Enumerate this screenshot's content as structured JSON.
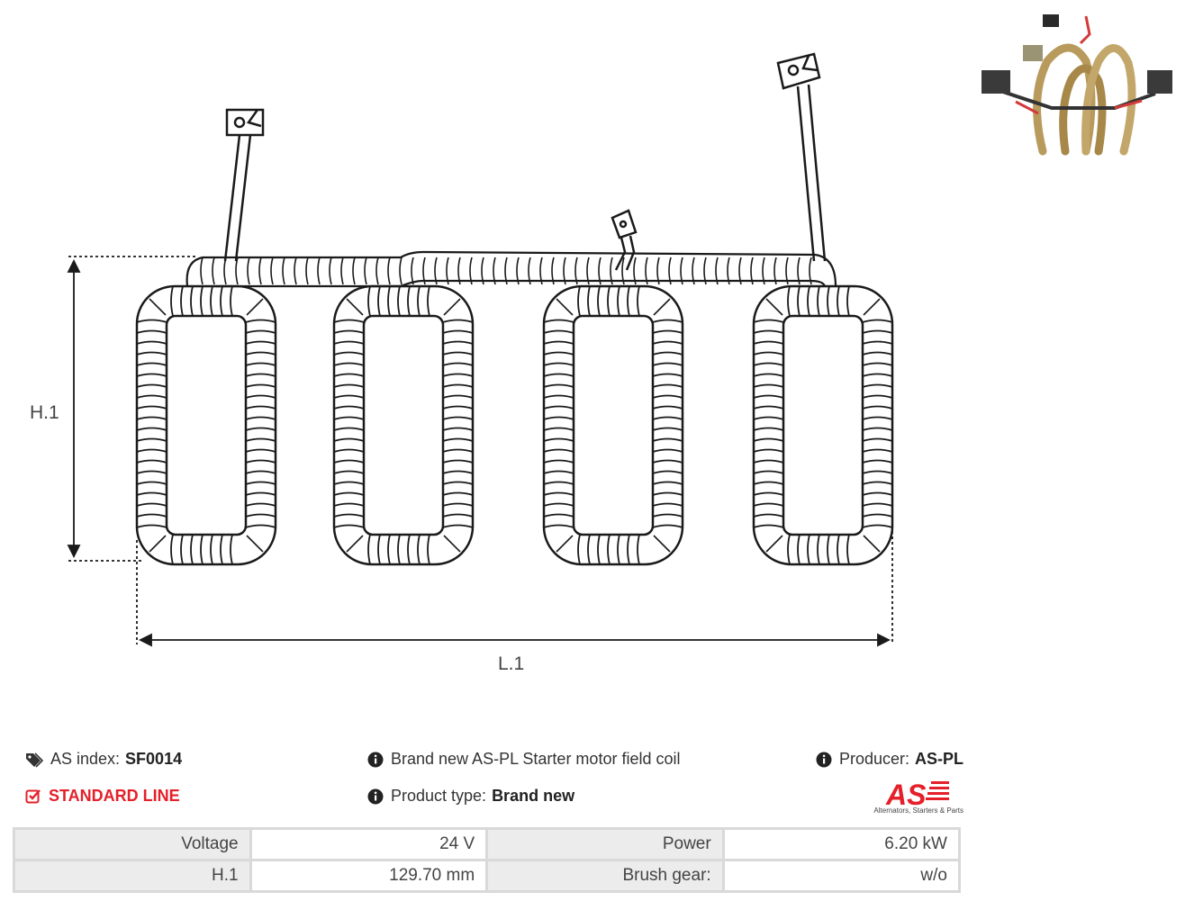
{
  "drawing": {
    "height_label": "H.1",
    "length_label": "L.1"
  },
  "info": {
    "as_index_label": "AS index:",
    "as_index_value": "SF0014",
    "standard_line": "STANDARD LINE",
    "description": "Brand new AS-PL Starter motor field coil",
    "product_type_label": "Product type:",
    "product_type_value": "Brand new",
    "producer_label": "Producer:",
    "producer_value": "AS-PL"
  },
  "logo": {
    "text": "AS",
    "tagline": "Alternators, Starters & Parts",
    "color": "#e4202a"
  },
  "specs": [
    {
      "k1": "Voltage",
      "v1": "24 V",
      "k2": "Power",
      "v2": "6.20 kW"
    },
    {
      "k1": "H.1",
      "v1": "129.70 mm",
      "k2": "Brush gear:",
      "v2": "w/o"
    }
  ],
  "icons": {
    "as_index": "tags-icon",
    "standard_line": "checkbox-icon",
    "info": "info-icon"
  }
}
